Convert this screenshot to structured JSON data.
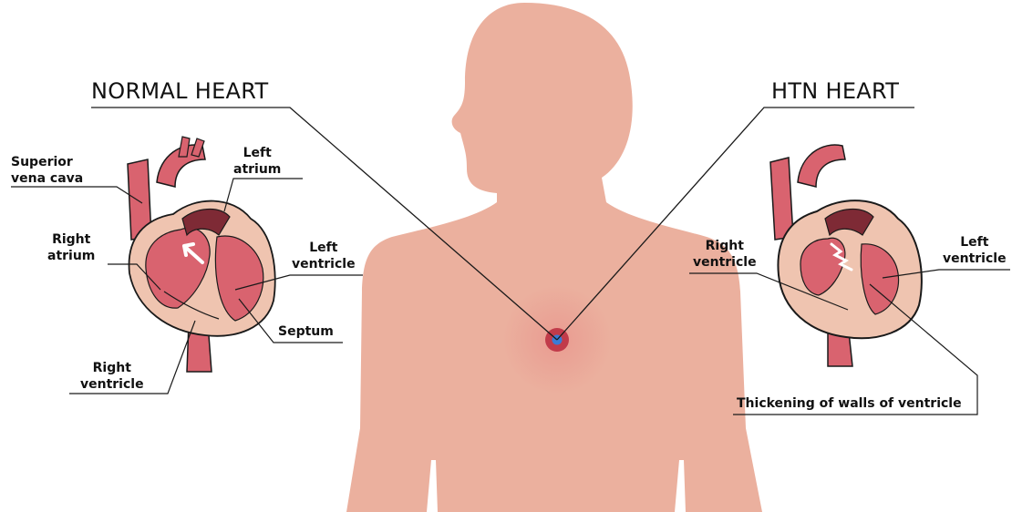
{
  "titles": {
    "normal": "NORMAL HEART",
    "htn": "HTN HEART"
  },
  "normal_heart": {
    "superior_vena_cava": [
      "Superior",
      "vena cava"
    ],
    "left_atrium": [
      "Left",
      "atrium"
    ],
    "right_atrium": [
      "Right",
      "atrium"
    ],
    "left_ventricle": [
      "Left",
      "ventricle"
    ],
    "septum": "Septum",
    "right_ventricle": [
      "Right",
      "ventricle"
    ]
  },
  "htn_heart": {
    "right_ventricle": [
      "Right",
      "ventricle"
    ],
    "left_ventricle": [
      "Left",
      "ventricle"
    ],
    "thickening": "Thickening of walls of ventricle"
  },
  "colors": {
    "skin": "#EBB09E",
    "heart_red": "#D9636F",
    "heart_dark": "#7E2A35",
    "wall": "#EFC4B0",
    "marker_outer": "#C13B4A",
    "marker_inner": "#3A7BD5"
  }
}
